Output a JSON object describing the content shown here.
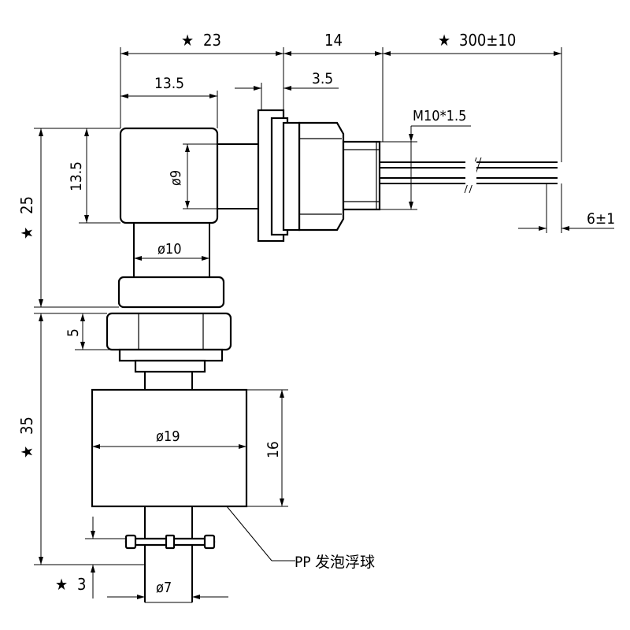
{
  "drawing": {
    "star_symbol": "★",
    "dims": {
      "top_23": "23",
      "top_14": "14",
      "top_300": "300±10",
      "d13_5_top": "13.5",
      "d3_5": "3.5",
      "thread": "M10*1.5",
      "d13_5_side": "13.5",
      "phi9": "ø9",
      "d25": "25",
      "d6": "6±1",
      "phi10": "ø10",
      "d5": "5",
      "d35": "35",
      "phi19": "ø19",
      "d16": "16",
      "d3": "3",
      "phi7": "ø7"
    },
    "callout": "PP 发泡浮球"
  }
}
